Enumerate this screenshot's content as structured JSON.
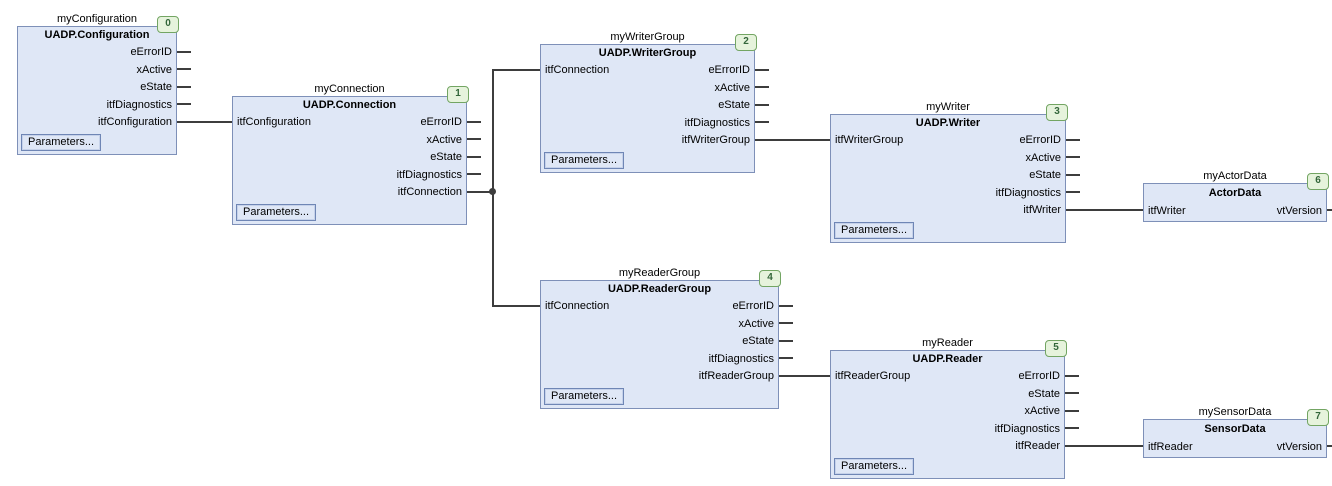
{
  "diagram": {
    "blocks": [
      {
        "instance": "myConfiguration",
        "type": "UADP.Configuration",
        "badge": "0",
        "inputs": [],
        "outputs": [
          "eErrorID",
          "xActive",
          "eState",
          "itfDiagnostics",
          "itfConfiguration"
        ],
        "button": "Parameters..."
      },
      {
        "instance": "myConnection",
        "type": "UADP.Connection",
        "badge": "1",
        "inputs": [
          "itfConfiguration"
        ],
        "outputs": [
          "eErrorID",
          "xActive",
          "eState",
          "itfDiagnostics",
          "itfConnection"
        ],
        "button": "Parameters..."
      },
      {
        "instance": "myWriterGroup",
        "type": "UADP.WriterGroup",
        "badge": "2",
        "inputs": [
          "itfConnection"
        ],
        "outputs": [
          "eErrorID",
          "xActive",
          "eState",
          "itfDiagnostics",
          "itfWriterGroup"
        ],
        "button": "Parameters..."
      },
      {
        "instance": "myWriter",
        "type": "UADP.Writer",
        "badge": "3",
        "inputs": [
          "itfWriterGroup"
        ],
        "outputs": [
          "eErrorID",
          "xActive",
          "eState",
          "itfDiagnostics",
          "itfWriter"
        ],
        "button": "Parameters..."
      },
      {
        "instance": "myReaderGroup",
        "type": "UADP.ReaderGroup",
        "badge": "4",
        "inputs": [
          "itfConnection"
        ],
        "outputs": [
          "eErrorID",
          "xActive",
          "eState",
          "itfDiagnostics",
          "itfReaderGroup"
        ],
        "button": "Parameters..."
      },
      {
        "instance": "myReader",
        "type": "UADP.Reader",
        "badge": "5",
        "inputs": [
          "itfReaderGroup"
        ],
        "outputs": [
          "eErrorID",
          "eState",
          "xActive",
          "itfDiagnostics",
          "itfReader"
        ],
        "button": "Parameters..."
      },
      {
        "instance": "myActorData",
        "type": "ActorData",
        "badge": "6",
        "inputs": [
          "itfWriter"
        ],
        "outputs": [
          "vtVersion"
        ]
      },
      {
        "instance": "mySensorData",
        "type": "SensorData",
        "badge": "7",
        "inputs": [
          "itfReader"
        ],
        "outputs": [
          "vtVersion"
        ]
      }
    ],
    "connections": [
      {
        "from": "myConfiguration.itfConfiguration",
        "to": "myConnection.itfConfiguration"
      },
      {
        "from": "myConnection.itfConnection",
        "to": "myWriterGroup.itfConnection"
      },
      {
        "from": "myConnection.itfConnection",
        "to": "myReaderGroup.itfConnection"
      },
      {
        "from": "myWriterGroup.itfWriterGroup",
        "to": "myWriter.itfWriterGroup"
      },
      {
        "from": "myWriter.itfWriter",
        "to": "myActorData.itfWriter"
      },
      {
        "from": "myReaderGroup.itfReaderGroup",
        "to": "myReader.itfReaderGroup"
      },
      {
        "from": "myReader.itfReader",
        "to": "mySensorData.itfReader"
      }
    ],
    "colors": {
      "block_fill": "#dfe7f6",
      "block_border": "#7e90b8",
      "badge_fill": "#e6f3dc",
      "badge_border": "#73a563",
      "badge_text": "#33663a",
      "wire": "#3d3d3d",
      "text": "#000000",
      "background": "#ffffff"
    }
  }
}
